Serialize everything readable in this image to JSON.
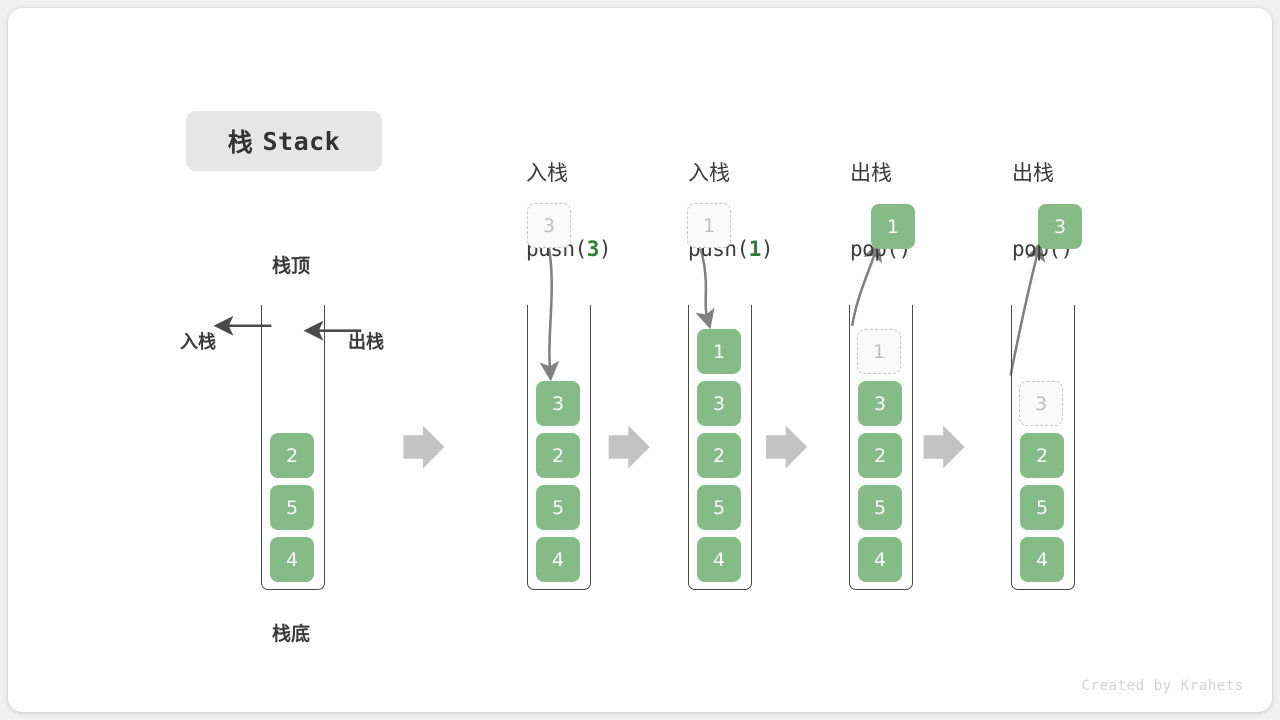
{
  "title": {
    "cn": "栈 ",
    "en": "Stack"
  },
  "labels": {
    "top": "栈顶",
    "bottom": "栈底",
    "push_side": "入栈",
    "pop_side": "出栈",
    "push_arrow_icon": "arrow-down-icon",
    "pop_arrow_icon": "arrow-up-icon",
    "separator_icon": "arrow-right-icon"
  },
  "colors": {
    "cell_fill": "#85bb87",
    "cell_text": "#ffffff",
    "ghost_fill": "#fafafa",
    "ghost_border": "#c6c6c6",
    "ghost_text": "#bfbfbf",
    "accent_green": "#2f7d36",
    "container_stroke": "#4a4a4a",
    "arrow_gray": "#808080",
    "separator_gray": "#c3c3c3",
    "title_chip_bg": "#e6e6e6",
    "card_bg": "#ffffff",
    "page_bg": "#f0f0f0"
  },
  "columns": [
    {
      "id": "initial",
      "header_cn": "",
      "header_code_pre": "",
      "header_code_arg": "",
      "header_code_post": "",
      "cells": [
        {
          "value": "2",
          "state": "filled"
        },
        {
          "value": "5",
          "state": "filled"
        },
        {
          "value": "4",
          "state": "filled"
        }
      ],
      "floating": null
    },
    {
      "id": "push-3",
      "header_cn": "入栈",
      "header_code_pre": "push(",
      "header_code_arg": "3",
      "header_code_post": ")",
      "cells": [
        {
          "value": "3",
          "state": "filled"
        },
        {
          "value": "2",
          "state": "filled"
        },
        {
          "value": "5",
          "state": "filled"
        },
        {
          "value": "4",
          "state": "filled"
        }
      ],
      "floating": {
        "value": "3",
        "state": "ghost",
        "direction": "in"
      }
    },
    {
      "id": "push-1",
      "header_cn": "入栈",
      "header_code_pre": "push(",
      "header_code_arg": "1",
      "header_code_post": ")",
      "cells": [
        {
          "value": "1",
          "state": "filled"
        },
        {
          "value": "3",
          "state": "filled"
        },
        {
          "value": "2",
          "state": "filled"
        },
        {
          "value": "5",
          "state": "filled"
        },
        {
          "value": "4",
          "state": "filled"
        }
      ],
      "floating": {
        "value": "1",
        "state": "ghost",
        "direction": "in"
      }
    },
    {
      "id": "pop-1",
      "header_cn": "出栈",
      "header_code_pre": "pop(",
      "header_code_arg": "",
      "header_code_post": ")",
      "cells": [
        {
          "value": "1",
          "state": "ghost"
        },
        {
          "value": "3",
          "state": "filled"
        },
        {
          "value": "2",
          "state": "filled"
        },
        {
          "value": "5",
          "state": "filled"
        },
        {
          "value": "4",
          "state": "filled"
        }
      ],
      "floating": {
        "value": "1",
        "state": "filled",
        "direction": "out"
      }
    },
    {
      "id": "pop-2",
      "header_cn": "出栈",
      "header_code_pre": "pop(",
      "header_code_arg": "",
      "header_code_post": ")",
      "cells": [
        {
          "value": "3",
          "state": "ghost"
        },
        {
          "value": "2",
          "state": "filled"
        },
        {
          "value": "5",
          "state": "filled"
        },
        {
          "value": "4",
          "state": "filled"
        }
      ],
      "floating": {
        "value": "3",
        "state": "filled",
        "direction": "out"
      }
    }
  ],
  "footer": "Created by Krahets"
}
